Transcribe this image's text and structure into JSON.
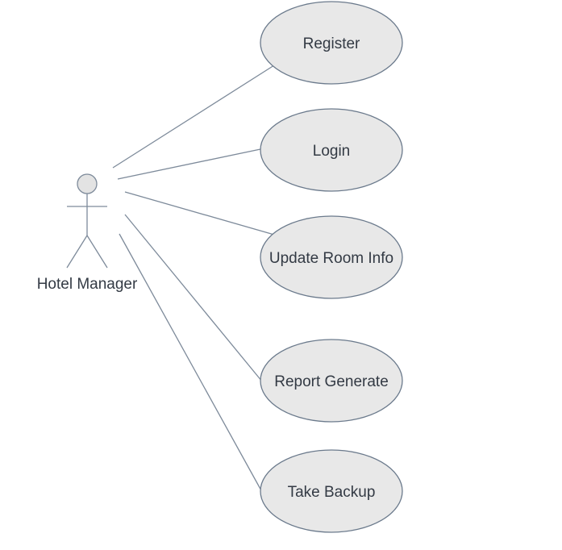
{
  "diagram": {
    "actor": {
      "name": "Hotel Manager"
    },
    "use_cases": [
      {
        "label": "Register"
      },
      {
        "label": "Login"
      },
      {
        "label": "Update Room Info"
      },
      {
        "label": "Report Generate"
      },
      {
        "label": "Take Backup"
      }
    ]
  }
}
